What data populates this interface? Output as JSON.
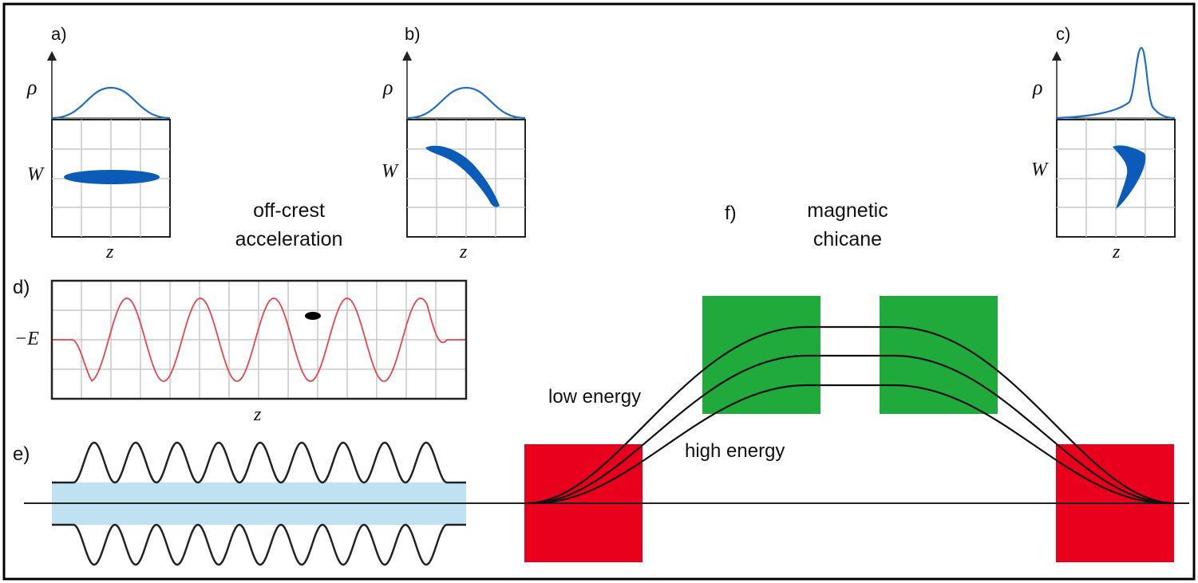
{
  "panels": {
    "a": {
      "label": "a)",
      "y_symbol": "ρ",
      "w_symbol": "W",
      "x_symbol": "z"
    },
    "b": {
      "label": "b)",
      "y_symbol": "ρ",
      "w_symbol": "W",
      "x_symbol": "z"
    },
    "c": {
      "label": "c)",
      "y_symbol": "ρ",
      "w_symbol": "W",
      "x_symbol": "z"
    },
    "d": {
      "label": "d)",
      "y_symbol": "−E",
      "x_symbol": "z"
    },
    "e": {
      "label": "e)"
    },
    "f": {
      "label": "f)"
    }
  },
  "annotations": {
    "off_crest_line1": "off-crest",
    "off_crest_line2": "acceleration",
    "magnetic_line1": "magnetic",
    "magnetic_line2": "chicane",
    "low_energy": "low energy",
    "high_energy": "high energy"
  },
  "colors": {
    "bunch_blue": "#0a5cb8",
    "profile_blue": "#1f6fc7",
    "field_red": "#e8464e",
    "cavity_fill": "#bfe2f3",
    "dipole_green": "#1faa3b",
    "dipole_red": "#e8001c",
    "grid": "#c8c8c8",
    "outline": "#222222"
  },
  "icons": {
    "bunch_marker": "black-ellipse"
  }
}
